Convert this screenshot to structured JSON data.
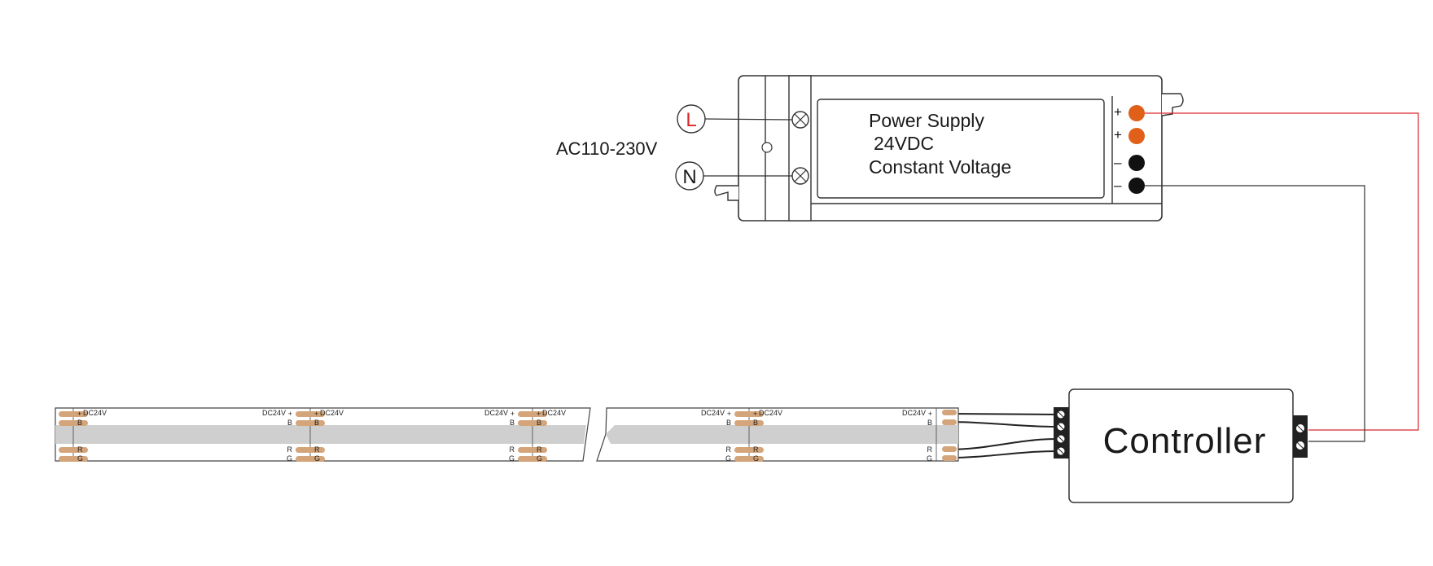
{
  "power_supply": {
    "title": "Power Supply",
    "voltage": "24VDC",
    "mode": "Constant Voltage",
    "input_label": "AC110-230V",
    "live_label": "L",
    "neutral_label": "N",
    "plus_symbol": "+",
    "minus_symbol": "–"
  },
  "controller": {
    "label": "Controller"
  },
  "strip": {
    "dc_label": "DC24V",
    "plus_symbol": "+",
    "channel_b": "B",
    "channel_r": "R",
    "channel_g": "G"
  },
  "colors": {
    "positive_terminal": "#e0601a",
    "negative_terminal": "#111111",
    "positive_wire": "#d9262a",
    "live_label": "#d9262a",
    "solder_pad": "#d4a57a",
    "strip_band": "#cfcfcf"
  }
}
